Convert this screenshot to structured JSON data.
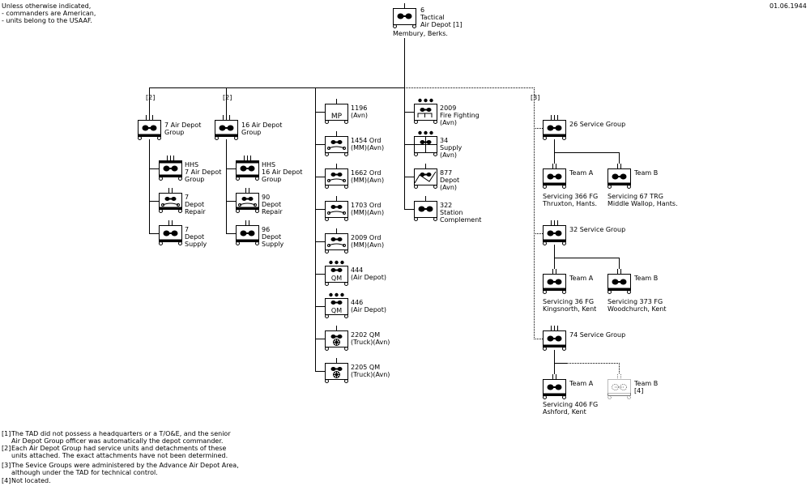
{
  "note": [
    "Unless otherwise indicated,",
    "- commanders are American,",
    "- units belong to the USAAF."
  ],
  "date": "01.06.1944",
  "hq": {
    "number": "6",
    "name": [
      "Tactical",
      "Air Depot",
      "[1]"
    ],
    "location": "Membury, Berks."
  },
  "marks": {
    "fn1": "[1]",
    "fn2": "[2]",
    "fn3": "[3]",
    "fn4": "[4]"
  },
  "adg7": {
    "group": [
      "7 Air Depot",
      "Group"
    ],
    "hhs": [
      "HHS",
      "7 Air Depot",
      "Group"
    ],
    "repair": [
      "7",
      "Depot",
      "Repair"
    ],
    "supply": [
      "7",
      "Depot",
      "Supply"
    ]
  },
  "adg16": {
    "group": [
      "16 Air Depot",
      "Group"
    ],
    "hhs": [
      "HHS",
      "16 Air Depot",
      "Group"
    ],
    "repair": [
      "90",
      "Depot",
      "Repair"
    ],
    "supply": [
      "96",
      "Depot",
      "Supply"
    ]
  },
  "col3": [
    {
      "lines": [
        "1196",
        "(Avn)"
      ],
      "symbol": "MP"
    },
    {
      "lines": [
        "1454 Ord",
        "(MM)(Avn)"
      ]
    },
    {
      "lines": [
        "1662 Ord",
        "(MM)(Avn)"
      ]
    },
    {
      "lines": [
        "1703 Ord",
        "(MM)(Avn)"
      ]
    },
    {
      "lines": [
        "2009 Ord",
        "(MM)(Avn)"
      ]
    },
    {
      "lines": [
        "444",
        "(Air Depot)"
      ],
      "symbol": "QM"
    },
    {
      "lines": [
        "446",
        "(Air Depot)"
      ],
      "symbol": "QM"
    },
    {
      "lines": [
        "2202 QM",
        "(Truck)(Avn)"
      ]
    },
    {
      "lines": [
        "2205 QM",
        "(Truck)(Avn)"
      ]
    }
  ],
  "col4": [
    {
      "lines": [
        "2009",
        "Fire Fighting",
        "(Avn)"
      ]
    },
    {
      "lines": [
        "34",
        "Supply",
        "(Avn)"
      ]
    },
    {
      "lines": [
        "877",
        "Depot",
        "(Avn)"
      ]
    },
    {
      "lines": [
        "322",
        "Station",
        "Complement"
      ]
    }
  ],
  "service_groups": [
    {
      "name": "26 Service Group",
      "team_a": "Team A",
      "team_a_note": [
        "Servicing 366 FG",
        "Thruxton, Hants."
      ],
      "team_b": "Team B",
      "team_b_note": [
        "Servicing 67 TRG",
        "Middle Wallop, Hants."
      ]
    },
    {
      "name": "32 Service Group",
      "team_a": "Team A",
      "team_a_note": [
        "Servicing 36 FG",
        "Kingsnorth, Kent"
      ],
      "team_b": "Team B",
      "team_b_note": [
        "Servicing 373 FG",
        "Woodchurch, Kent"
      ]
    },
    {
      "name": "74 Service Group",
      "team_a": "Team A",
      "team_a_note": [
        "Servicing 406 FG",
        "Ashford, Kent"
      ],
      "team_b": "Team B",
      "team_b_note": [
        "[4]"
      ]
    }
  ],
  "footnotes": [
    {
      "n": "[1]",
      "lines": [
        "The TAD did not possess a headquarters or a T/O&E, and the senior",
        "Air Depot Group officer was automatically the depot commander."
      ]
    },
    {
      "n": "[2]",
      "lines": [
        "Each Air Depot Group had service units and detachments of these",
        "units attached. The exact attachments have not been determined."
      ]
    },
    {
      "n": "[3]",
      "lines": [
        "The Sevice Groups were administered by the Advance Air Depot Area,",
        "although under the TAD for technical control."
      ]
    },
    {
      "n": "[4]",
      "lines": [
        "Not located."
      ]
    }
  ]
}
